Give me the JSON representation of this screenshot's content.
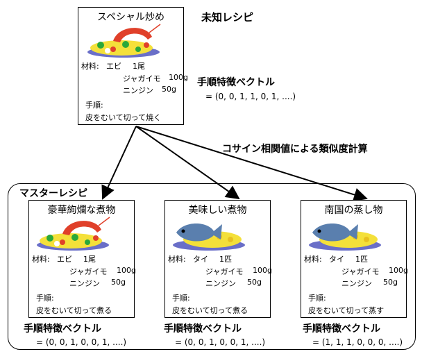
{
  "unknown": {
    "heading": "未知レシピ",
    "card": {
      "title": "スペシャル炒め",
      "ingredients_label": "材料:",
      "ingredients": [
        {
          "name": "エビ",
          "qty": "1尾"
        },
        {
          "name": "ジャガイモ",
          "qty": "100g"
        },
        {
          "name": "ニンジン",
          "qty": "50g"
        }
      ],
      "steps_label": "手順:",
      "steps": "皮をむいて切って焼く",
      "image": "shrimp-stirfry-illustration"
    },
    "vector_label": "手順特徴ベクトル",
    "vector_value": "= (0, 0, 1, 1, 0, 1, ....)"
  },
  "similarity_label": "コサイン相関値による類似度計算",
  "master": {
    "heading": "マスターレシピ",
    "recipes": [
      {
        "title": "豪華絢爛な煮物",
        "ingredients_label": "材料:",
        "ingredients": [
          {
            "name": "エビ",
            "qty": "1尾"
          },
          {
            "name": "ジャガイモ",
            "qty": "100g"
          },
          {
            "name": "ニンジン",
            "qty": "50g"
          }
        ],
        "steps_label": "手順:",
        "steps": "皮をむいて切って煮る",
        "image": "shrimp-dish-illustration",
        "vector_label": "手順特徴ベクトル",
        "vector_value": "= (0, 0, 1, 0, 0, 1, ....)"
      },
      {
        "title": "美味しい煮物",
        "ingredients_label": "材料:",
        "ingredients": [
          {
            "name": "タイ",
            "qty": "1匹"
          },
          {
            "name": "ジャガイモ",
            "qty": "100g"
          },
          {
            "name": "ニンジン",
            "qty": "50g"
          }
        ],
        "steps_label": "手順:",
        "steps": "皮をむいて切って煮る",
        "image": "fish-dish-illustration",
        "vector_label": "手順特徴ベクトル",
        "vector_value": "= (0, 0, 1, 0, 0, 1, ....)"
      },
      {
        "title": "南国の蒸し物",
        "ingredients_label": "材料:",
        "ingredients": [
          {
            "name": "タイ",
            "qty": "1匹"
          },
          {
            "name": "ジャガイモ",
            "qty": "100g"
          },
          {
            "name": "ニンジン",
            "qty": "50g"
          }
        ],
        "steps_label": "手順:",
        "steps": "皮をむいて切って蒸す",
        "image": "fish-dish-illustration",
        "vector_label": "手順特徴ベクトル",
        "vector_value": "= (1, 1, 1, 0, 0, 0, ....)"
      }
    ]
  },
  "colors": {
    "plate": "#6a6fc8",
    "shrimp": "#e0402a",
    "fish": "#5a7fae",
    "potato": "#f4e03a",
    "green": "#2aa83a"
  }
}
